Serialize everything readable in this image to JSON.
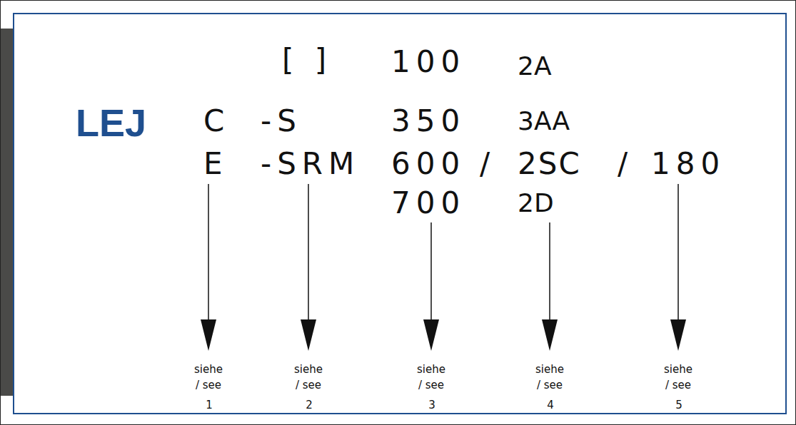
{
  "diagram": {
    "labels": [
      "LEJ",
      "[ ]",
      "C",
      "E",
      "-S",
      "-SRM",
      "100",
      "350",
      "600",
      "700",
      "2A",
      "3AA",
      "2SC",
      "2D",
      "/",
      "/",
      "180",
      "siehe",
      "/ see",
      "1",
      "siehe",
      "/ see",
      "2",
      "siehe",
      "/ see",
      "3",
      "siehe",
      "/ see",
      "4",
      "siehe",
      "/ see",
      "5"
    ]
  }
}
